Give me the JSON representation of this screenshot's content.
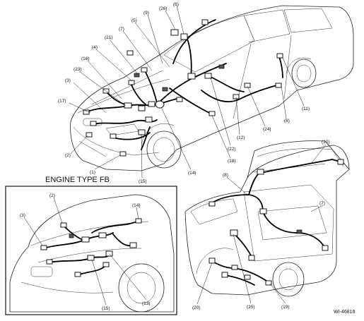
{
  "diagram": {
    "inset_heading": "ENGINE TYPE FB",
    "figure_id": "WI-46818",
    "callouts": {
      "c26": "(26)",
      "c6": "(6)",
      "c9": "(9)",
      "c5": "(5)",
      "c7": "(7)",
      "c21": "(21)",
      "c4": "(4)",
      "c16": "(16)",
      "c23": "(23)",
      "c3": "(3)",
      "c17": "(17)",
      "c2": "(2)",
      "c1": "(1)",
      "c15": "(15)",
      "c14": "(14)",
      "c18": "(18)",
      "c22": "(22)",
      "c12": "(12)",
      "c24": "(24)",
      "c8": "(8)",
      "c11": "(11)",
      "r10": "(10)",
      "r8": "(8)",
      "r7": "(7)",
      "r20": "(20)",
      "r25": "(25)",
      "r19": "(19)",
      "i2": "(2)",
      "i3": "(3)",
      "i14": "(14)",
      "i15": "(15)",
      "i13": "(13)"
    }
  }
}
